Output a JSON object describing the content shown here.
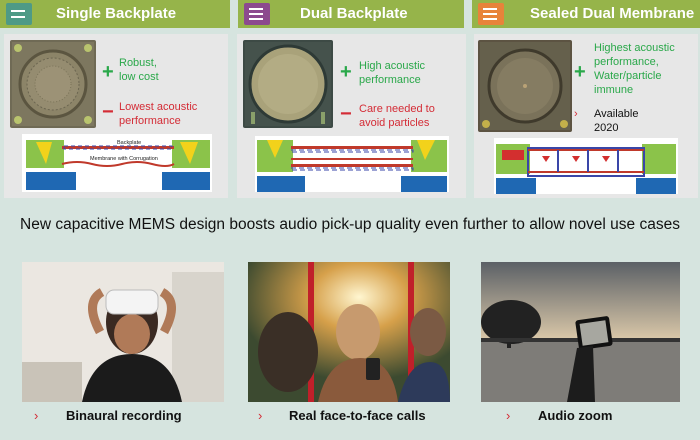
{
  "designs": [
    {
      "title": "Single Backplate",
      "icon": "single-backplate-icon",
      "icon_color": "#4e9a86",
      "pros": "Robust,\nlow cost",
      "cons": "Lowest acoustic\nperformance",
      "diagram_labels": {
        "backplate": "Backplate",
        "membrane": "Membrane with Corrugation"
      }
    },
    {
      "title": "Dual Backplate",
      "icon": "dual-backplate-icon",
      "icon_color": "#8c4a8e",
      "pros": "High acoustic\nperformance",
      "cons": "Care needed to\navoid particles"
    },
    {
      "title": "Sealed Dual Membrane",
      "icon": "sealed-dual-membrane-icon",
      "icon_color": "#e8833a",
      "pros": "Highest acoustic\nperformance,\nWater/particle\nimmune",
      "availability": "Available\n2020"
    }
  ],
  "headline": "New capacitive MEMS design boosts audio pick-up quality even further to allow novel use cases",
  "use_cases": [
    {
      "caption": "Binaural recording",
      "image": "vr-headset-photo"
    },
    {
      "caption": "Real face-to-face calls",
      "image": "bus-video-call-photo"
    },
    {
      "caption": "Audio zoom",
      "image": "phone-filming-lake-photo"
    }
  ],
  "colors": {
    "header": "#96b44a",
    "plus": "#2aa84a",
    "minus": "#d42c36",
    "background": "#d6e4df",
    "panel": "#e7e7e7"
  }
}
